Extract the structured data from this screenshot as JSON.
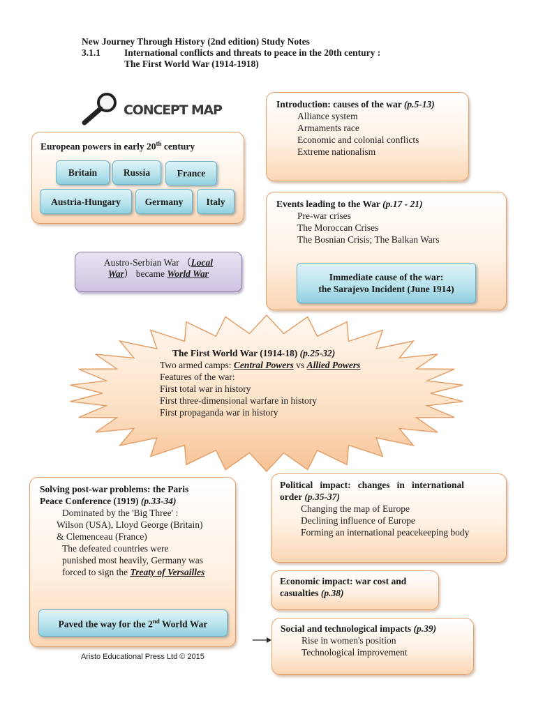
{
  "header": {
    "line1": "New Journey Through History (2nd edition) Study Notes",
    "section_num": "3.1.1",
    "section_title": "International conflicts and threats to peace in the 20th century :",
    "subtitle": "The First World War (1914-1918)"
  },
  "concept_map_label": "CONCEPT MAP",
  "european_powers": {
    "title_pre": "European powers in early 20",
    "title_sup": "th",
    "title_post": " century",
    "countries": [
      "Britain",
      "Russia",
      "France",
      "Austria-Hungary",
      "Germany",
      "Italy"
    ]
  },
  "introduction": {
    "title": "Introduction: causes of the war ",
    "pages": "(p.5-13)",
    "items": [
      "Alliance system",
      "Armaments race",
      "Economic and colonial conflicts",
      "Extreme nationalism"
    ]
  },
  "events": {
    "title": "Events leading to the War ",
    "pages": "(p.17 - 21)",
    "items": [
      "Pre-war crises",
      "The Moroccan Crises",
      "The Bosnian Crisis; The Balkan Wars"
    ],
    "immediate_line1": "Immediate cause of the war:",
    "immediate_line2": "the Sarajevo Incident (June 1914)"
  },
  "austro_serbian": {
    "pre": "Austro-Serbian War （",
    "local": "Local",
    "war": "War",
    "mid": "）  became ",
    "world": "World War"
  },
  "first_world_war": {
    "title": "The First World War (1914-18) ",
    "pages": "(p.25-32)",
    "camps_pre": "Two armed camps: ",
    "central": "Central Powers",
    "vs": " vs ",
    "allied": "Allied Powers",
    "features_label": "Features of the war:",
    "features": [
      "First total war in history",
      "First three-dimensional warfare in history",
      "First propaganda war in history"
    ]
  },
  "paris": {
    "title1": "Solving post-war problems: the Paris",
    "title2": "Peace Conference (1919) ",
    "pages": "(p.33-34)",
    "line1": "Dominated by the 'Big Three' :",
    "line2": "Wilson (USA), Lloyd George (Britain)",
    "line3": "& Clemenceau (France)",
    "line4": "The defeated countries were",
    "line5": "punished most heavily, Germany was",
    "line6": "forced to sign the ",
    "treaty": "Treaty of Versailles",
    "paved_pre": "Paved the way for the 2",
    "paved_sup": "nd",
    "paved_post": " World War"
  },
  "political": {
    "title1": "Political   impact:   changes   in   international",
    "title2": "order ",
    "pages": "(p.35-37)",
    "items": [
      "Changing the map of Europe",
      "Declining influence of Europe",
      "Forming an international peacekeeping body"
    ]
  },
  "economic": {
    "title1": "Economic impact: war cost and",
    "title2": "casualties ",
    "pages": "(p.38)"
  },
  "social": {
    "title": "Social and technological impacts ",
    "pages": "(p.39)",
    "items": [
      "Rise in women's position",
      "Technological improvement"
    ]
  },
  "footer": "Aristo Educational Press Ltd © 2015",
  "colors": {
    "peach_border": "#e3a06a",
    "peach_fill": "#fbd6b4",
    "teal_fill": "#b6e2ec",
    "purple_fill": "#cfc3e2"
  }
}
